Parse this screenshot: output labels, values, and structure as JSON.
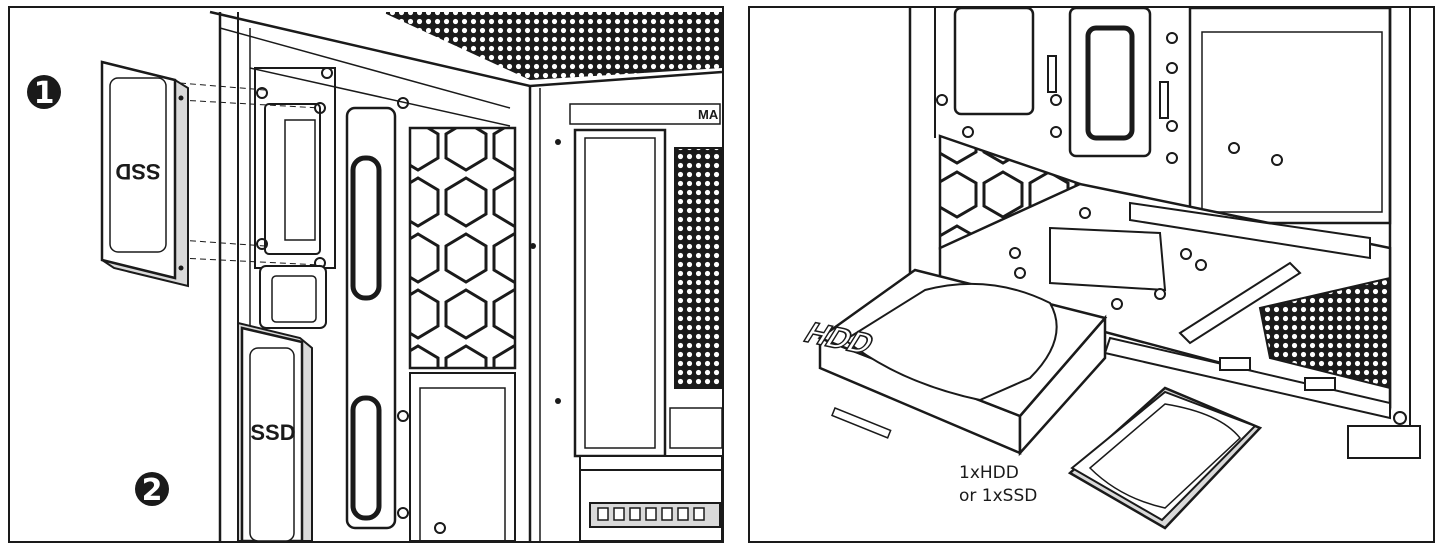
{
  "steps": [
    {
      "number": "1",
      "label": "step-one"
    },
    {
      "number": "2",
      "label": "step-two"
    }
  ],
  "left": {
    "ssd_mirrored_label": "SSD",
    "ssd_installed_label": "SSD",
    "case_brand_partial": "MA"
  },
  "right": {
    "hdd_label": "HDD",
    "caption_line1": "1xHDD",
    "caption_line2": "or 1xSSD"
  },
  "colors": {
    "line": "#1a1a1a",
    "fill": "#ffffff",
    "shade": "#d9d9d9",
    "dark": "#333333"
  }
}
